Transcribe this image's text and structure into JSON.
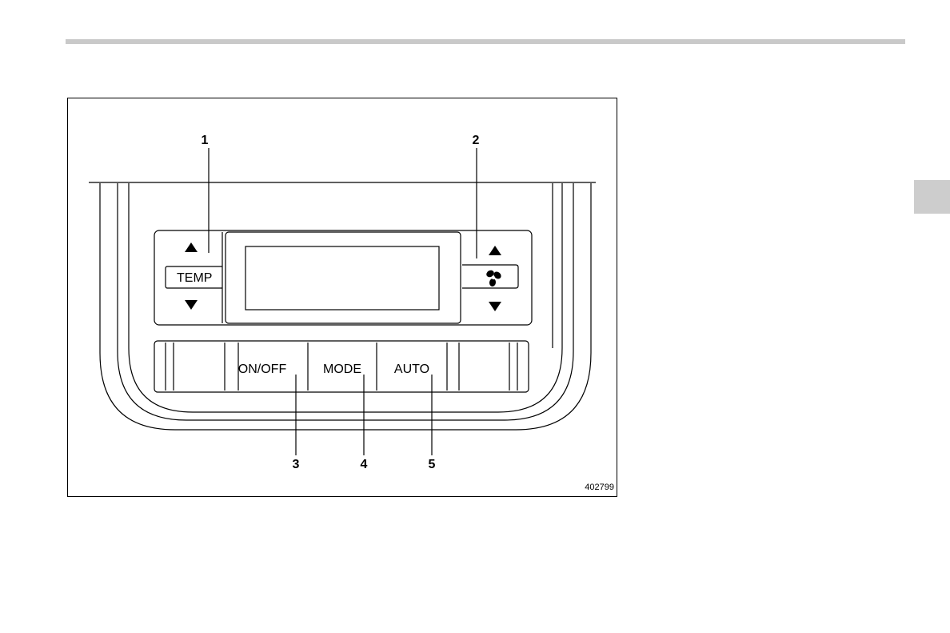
{
  "figure": {
    "id": "402799",
    "callouts": [
      "1",
      "2",
      "3",
      "4",
      "5"
    ],
    "panel": {
      "temp_label": "TEMP",
      "fan_icon": "fan-icon",
      "buttons": [
        "ON/OFF",
        "MODE",
        "AUTO"
      ]
    }
  },
  "colors": {
    "rule": "#c9c9c9",
    "tab": "#cdcdcd",
    "line": "#000000"
  }
}
